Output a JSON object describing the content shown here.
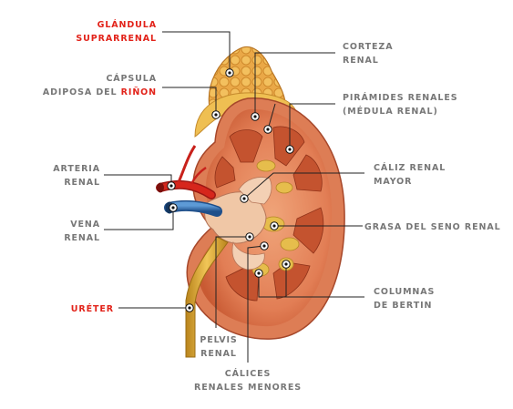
{
  "colors": {
    "label_gray": "#777777",
    "label_red": "#e2231a",
    "kidney_capsule": "#e8924c",
    "cortex": "#d9664a",
    "pyramid": "#c9502f",
    "sinus_fat": "#e2b94a",
    "adrenal": "#e9a642",
    "artery": "#c8211b",
    "vein": "#2f6fb0",
    "ureter": "#d9a12e"
  },
  "labels": {
    "glandula": [
      "GLÁNDULA",
      "SUPRARRENAL"
    ],
    "capsula_line1": "CÁPSULA",
    "capsula_line2_pre": "ADIPOSA DEL ",
    "capsula_line2_red": "RIÑON",
    "arteria": [
      "ARTERIA",
      "RENAL"
    ],
    "vena": [
      "VENA",
      "RENAL"
    ],
    "ureter": "URÉTER",
    "pelvis": [
      "PELVIS",
      "RENAL"
    ],
    "calices_menores": [
      "CÁLICES",
      "RENALES MENORES"
    ],
    "corteza": [
      "CORTEZA",
      "RENAL"
    ],
    "piramides": [
      "PIRÁMIDES RENALES",
      "(MÉDULA RENAL)"
    ],
    "caliz_mayor": [
      "CÁLIZ RENAL",
      "MAYOR"
    ],
    "grasa": "GRASA DEL SENO RENAL",
    "columnas": [
      "COLUMNAS",
      "DE BERTIN"
    ]
  }
}
